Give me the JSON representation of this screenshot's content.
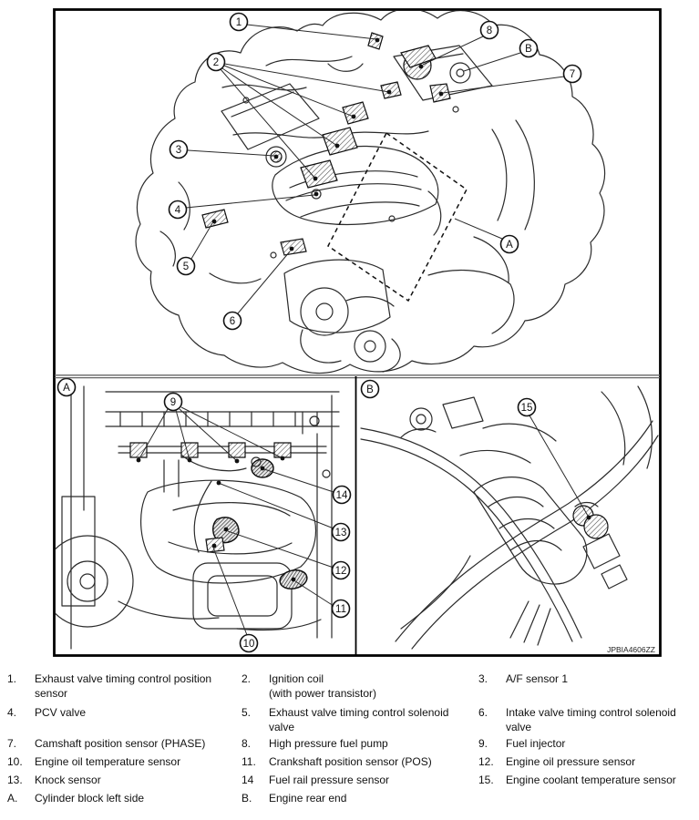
{
  "figure": {
    "watermark": "JPBIA4606ZZ"
  },
  "callouts": {
    "c1": "1",
    "c2": "2",
    "c3": "3",
    "c4": "4",
    "c5": "5",
    "c6": "6",
    "c7": "7",
    "c8": "8",
    "c9": "9",
    "c10": "10",
    "c11": "11",
    "c12": "12",
    "c13": "13",
    "c14": "14",
    "c15": "15",
    "areaA": "A",
    "areaB": "B",
    "panelA": "A",
    "panelB": "B"
  },
  "legend": {
    "rows": [
      [
        {
          "num": "1.",
          "text": "Exhaust valve timing control position sensor"
        },
        {
          "num": "2.",
          "text": "Ignition coil\n(with power transistor)"
        },
        {
          "num": "3.",
          "text": "A/F sensor 1"
        }
      ],
      [
        {
          "num": "4.",
          "text": "PCV valve"
        },
        {
          "num": "5.",
          "text": "Exhaust valve timing control solenoid valve"
        },
        {
          "num": "6.",
          "text": "Intake valve timing control solenoid valve"
        }
      ],
      [
        {
          "num": "7.",
          "text": "Camshaft position sensor (PHASE)"
        },
        {
          "num": "8.",
          "text": "High pressure fuel pump"
        },
        {
          "num": "9.",
          "text": "Fuel injector"
        }
      ],
      [
        {
          "num": "10.",
          "text": "Engine oil temperature sensor"
        },
        {
          "num": "11.",
          "text": "Crankshaft position sensor (POS)"
        },
        {
          "num": "12.",
          "text": "Engine oil pressure sensor"
        }
      ],
      [
        {
          "num": "13.",
          "text": "Knock sensor"
        },
        {
          "num": "14",
          "text": "Fuel rail pressure sensor"
        },
        {
          "num": "15.",
          "text": "Engine coolant temperature sensor"
        }
      ],
      [
        {
          "num": "A.",
          "text": "Cylinder block left side"
        },
        {
          "num": "B.",
          "text": "Engine rear end"
        }
      ]
    ]
  }
}
